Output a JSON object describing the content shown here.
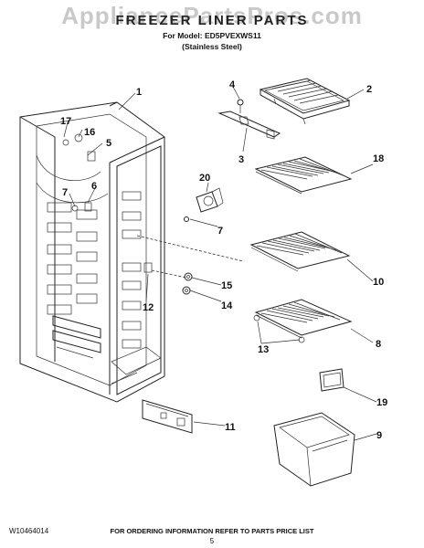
{
  "watermark": "AppliancePartsPros.com",
  "header": {
    "title": "FREEZER LINER PARTS",
    "model_line": "For Model: ED5PVEXWS11",
    "finish_line": "(Stainless Steel)"
  },
  "callouts": {
    "c1": "1",
    "c2": "2",
    "c3": "3",
    "c4": "4",
    "c5": "5",
    "c6": "6",
    "c7a": "7",
    "c7b": "7",
    "c8": "8",
    "c9": "9",
    "c10": "10",
    "c11": "11",
    "c12": "12",
    "c13": "13",
    "c14": "14",
    "c15": "15",
    "c16": "16",
    "c17": "17",
    "c18": "18",
    "c19": "19",
    "c20": "20"
  },
  "footer": {
    "doc_number": "W10464014",
    "ordering_info": "FOR ORDERING INFORMATION REFER TO PARTS PRICE LIST",
    "page_number": "5"
  }
}
